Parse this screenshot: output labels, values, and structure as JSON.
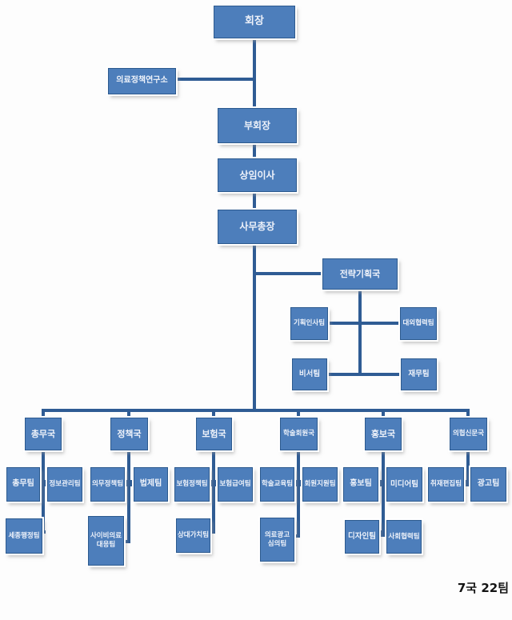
{
  "colors": {
    "background": "#fdfdfd",
    "box_fill": "#4d7ebb",
    "box_border": "#2d5a8e",
    "box_text": "#eef2fa",
    "line": "#2f5c94",
    "summary_text": "#141414"
  },
  "nodes": {
    "chairman": "회장",
    "institute": "의료정책연구소",
    "vice_chairman": "부회장",
    "executive_director": "상임이사",
    "secretary_general": "사무총장",
    "strategic_bureau": "전략기획국",
    "planning_hr_team": "기획인사팀",
    "external_coop_team": "대외협력팀",
    "secretary_team": "비서팀",
    "finance_team": "재무팀",
    "bureau_general_affairs": "총무국",
    "bureau_policy": "정책국",
    "bureau_insurance": "보험국",
    "bureau_academic_members": "학술회원국",
    "bureau_public_relations": "홍보국",
    "bureau_kma_newspaper": "의협신문국",
    "team_general_affairs": "총무팀",
    "team_info_management": "정보관리팀",
    "team_sejong_admin": "세종행정팀",
    "team_medical_policy": "의무정책팀",
    "team_legal": "법제팀",
    "team_quack_response": "사이비의료\n대응팀",
    "team_insurance_policy": "보험정책팀",
    "team_insurance_benefits": "보험급여팀",
    "team_relative_value": "상대가치팀",
    "team_academic_education": "학술교육팀",
    "team_member_support": "회원지원팀",
    "team_medical_ad_review": "의료광고\n심의팀",
    "team_pr": "홍보팀",
    "team_media": "미디어팀",
    "team_design": "디자인팀",
    "team_social_coop": "사회협력팀",
    "team_report_edit": "취재편집팀",
    "team_advertising": "광고팀"
  },
  "summary": {
    "label": "7국 22팀"
  }
}
